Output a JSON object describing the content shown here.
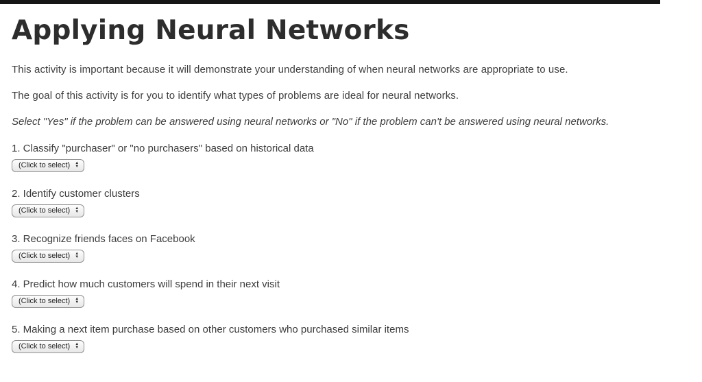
{
  "page": {
    "title": "Applying Neural Networks",
    "intro1": "This activity is important because it will demonstrate your understanding of when neural networks are appropriate to use.",
    "intro2": "The goal of this activity is for you to identify what types of problems are ideal for neural networks.",
    "instructions": "Select \"Yes\" if the problem can be answered using neural networks or \"No\" if the problem can't be answered using neural networks.",
    "select_label": "(Click to select)",
    "questions": [
      "1. Classify \"purchaser\" or \"no purchasers\" based on historical data",
      "2. Identify customer clusters",
      "3. Recognize friends faces on Facebook",
      "4. Predict how much customers will spend in their next visit",
      "5. Making a next item purchase based on other customers who purchased similar items"
    ],
    "colors": {
      "top_bar": "#161616",
      "heading": "#2d2d2d",
      "body_text": "#3c3c3c"
    }
  }
}
